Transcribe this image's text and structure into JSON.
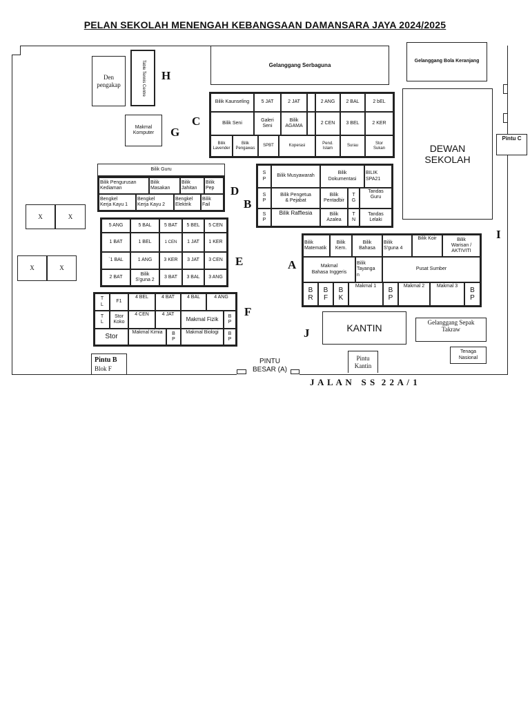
{
  "title": "PELAN SEKOLAH MENENGAH KEBANGSAAN DAMANSARA JAYA 2024/2025",
  "street": "J A L A N   S S  2 2 A / 1",
  "blocks": {
    "A": "A",
    "B": "B",
    "C": "C",
    "D": "D",
    "E": "E",
    "F": "F",
    "G": "G",
    "H": "H",
    "I": "I",
    "J": "J"
  },
  "facilities": {
    "den_pengakap": "Den\npengakap",
    "table_tennis": "Table Tennis Centre",
    "makmal_komputer": "Makmal\nKomputer",
    "gelanggang_serbaguna": "Gelanggang Serbaguna",
    "gelanggang_bola_keranjang": "Gelanggang Bola Keranjang",
    "dewan_sekolah": "DEWAN\nSEKOLAH",
    "pintu_c": "Pintu C",
    "kantin": "KANTIN",
    "gelanggang_sepak_takraw": "Gelanggang Sepak\nTakraw",
    "tenaga_nasional": "Tenaga\nNasional",
    "pintu_kantin": "Pintu\nKantin",
    "pintu_besar": "PINTU\nBESAR (A)",
    "pintu_b": "Pintu B",
    "blok_f": "Blok F",
    "x": "X"
  },
  "block_c": {
    "row1": [
      "Bilik Kaunseling",
      "5 JAT",
      "2 JAT",
      "2 ANG",
      "2  BAL",
      "2 bEL"
    ],
    "row2": [
      "Bilik Seni",
      "Galeri\nSeni",
      "Bilik\nAGAMA",
      "2 CEN",
      "3 BEL",
      "2  KER"
    ],
    "row3": [
      "Bilik\nLavender",
      "Bilik\nPengawas",
      "SPBT",
      "Koperasi",
      "Pend.\nIslam",
      "Surau",
      "Stor\nSukan"
    ]
  },
  "block_d": {
    "header": "Bilik Guru",
    "row1": [
      "Bilik Pengurusan\nKediaman",
      "Bilik\nMasakan",
      "Bilik\nJahitan",
      "Bilik\nPep"
    ],
    "row2": [
      "Bengkel\nKerja Kayu 1",
      "Bengkel\nKerja Kayu 2",
      "Bengkel\nElektrik",
      "Bilik\nFail"
    ]
  },
  "block_b": {
    "sp": "S\nP",
    "row1": [
      "Bilik Musyawarah",
      "Bilik\nDokumentasi",
      "BILIK\nSPA21"
    ],
    "row2": [
      "Bilik Pengetua\n&   Pejabat",
      "Bilik\nPentadbir",
      "T\nG",
      "Tandas\nGuru"
    ],
    "row3": [
      "Bilik  Rafflesia",
      "Bilik\nAzalea",
      "T\nN",
      "Tandas\nLelaki"
    ]
  },
  "block_e": {
    "row1": [
      "5 ANG",
      "5 BAL",
      "5 BAT",
      "5 BEL",
      "5 CEN"
    ],
    "row2": [
      "1 BAT",
      "1 BEL",
      "1 CEN",
      "1 JAT",
      "1 KER"
    ],
    "row3": [
      "`1 BAL",
      "1 ANG",
      "3 KER",
      "3 JAT",
      "3 CEN"
    ],
    "row4": [
      "2 BAT",
      "Bilik\nS'guna 2",
      "3 BAT",
      "3 BAL",
      "3 ANG"
    ]
  },
  "block_f": {
    "row1": [
      "T\nL",
      "F1",
      "4 BEL",
      "4 BAT",
      "4 BAL",
      "4 ANG"
    ],
    "row2": [
      "T\nL",
      "Stor\nKoko",
      "4 CEN",
      "4 JAT",
      "Makmal Fizik",
      "B\nP"
    ],
    "row3": [
      "Stor",
      "Makmal Kimia",
      "B\nP",
      "Makmal Biologi",
      "B\nP"
    ]
  },
  "block_a": {
    "row1": [
      "Bilik\nMatematik",
      "Bilik\nKem.",
      "Bilik\nBahasa",
      "Bilik\nS'guna 4",
      "Bilik Koir",
      "Bilik\nWarisan /\nAKTIVITI"
    ],
    "row2": [
      "Makmal\nBahasa Inggeris",
      "Bilik\nTayanga\nn",
      "Pusat Sumber"
    ],
    "row3": [
      "B\nR",
      "B\nF",
      "B\nK",
      "Makmal 1",
      "B\nP",
      "Makmal 2",
      "Makmal 3",
      "B\nP"
    ]
  }
}
